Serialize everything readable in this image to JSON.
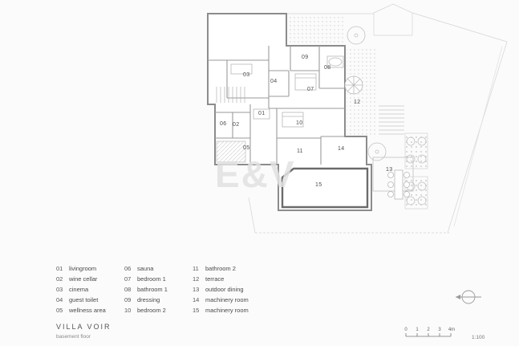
{
  "watermark": "E&V",
  "plan": {
    "rooms": [
      {
        "num": "01"
      },
      {
        "num": "02"
      },
      {
        "num": "03"
      },
      {
        "num": "04"
      },
      {
        "num": "05"
      },
      {
        "num": "06"
      },
      {
        "num": "07"
      },
      {
        "num": "08"
      },
      {
        "num": "09"
      },
      {
        "num": "10"
      },
      {
        "num": "11"
      },
      {
        "num": "12"
      },
      {
        "num": "13"
      },
      {
        "num": "14"
      },
      {
        "num": "15"
      }
    ]
  },
  "legend": {
    "col1": [
      {
        "num": "01",
        "label": "livingroom"
      },
      {
        "num": "02",
        "label": "wine cellar"
      },
      {
        "num": "03",
        "label": "cinema"
      },
      {
        "num": "04",
        "label": "guest toilet"
      },
      {
        "num": "05",
        "label": "wellness area"
      }
    ],
    "col2": [
      {
        "num": "06",
        "label": "sauna"
      },
      {
        "num": "07",
        "label": "bedroom 1"
      },
      {
        "num": "08",
        "label": "bathroom 1"
      },
      {
        "num": "09",
        "label": "dressing"
      },
      {
        "num": "10",
        "label": "bedroom 2"
      }
    ],
    "col3": [
      {
        "num": "11",
        "label": "bathroom 2"
      },
      {
        "num": "12",
        "label": "terrace"
      },
      {
        "num": "13",
        "label": "outdoor dining"
      },
      {
        "num": "14",
        "label": "machinery room"
      },
      {
        "num": "15",
        "label": "machinery room"
      }
    ]
  },
  "footer": {
    "title": "VILLA VOIR",
    "subtitle": "basement floor",
    "scale_ticks": [
      "0",
      "1",
      "2",
      "3",
      "4m"
    ],
    "scale_ratio": "1:100"
  }
}
